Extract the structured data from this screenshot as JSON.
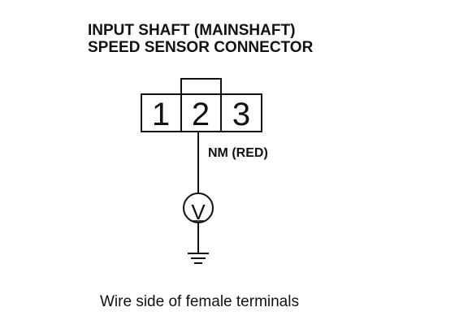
{
  "title": {
    "line1": "INPUT SHAFT (MAINSHAFT)",
    "line2": "SPEED SENSOR CONNECTOR"
  },
  "connector": {
    "pins": [
      "1",
      "2",
      "3"
    ]
  },
  "wire": {
    "label": "NM (RED)"
  },
  "meter": {
    "symbol": "V"
  },
  "caption": "Wire side of female terminals"
}
